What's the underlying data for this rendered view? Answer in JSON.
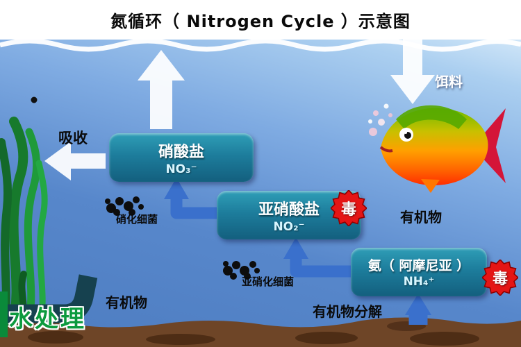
{
  "title": "氮循环（ Nitrogen Cycle ）示意图",
  "nodes": {
    "nitrate": {
      "name": "硝酸盐",
      "formula": "NO₃⁻"
    },
    "nitrite": {
      "name": "亚硝酸盐",
      "formula": "NO₂⁻",
      "badge": "毒"
    },
    "ammonia": {
      "name": "氨（ 阿摩尼亚 ）",
      "formula": "NH₄⁺",
      "badge": "毒"
    }
  },
  "labels": {
    "absorb": "吸收",
    "feed": "饵料",
    "organic_fish": "有机物",
    "organic_pipe": "有机物",
    "organic_decompose": "有机物分解",
    "nitrifying": "硝化细菌",
    "nitrosomonas": "亚硝化细菌",
    "watermark": "水处理"
  },
  "colors": {
    "node_box": "#1d7d9c",
    "arrow_blue": "#3a70cc",
    "badge_red": "#e51515",
    "water_top": "#d8ebfa",
    "water_bottom": "#4d7cc0",
    "sediment": "#6e4527",
    "seaweed": "#1f8a35",
    "title_bg": "#ffffff"
  }
}
